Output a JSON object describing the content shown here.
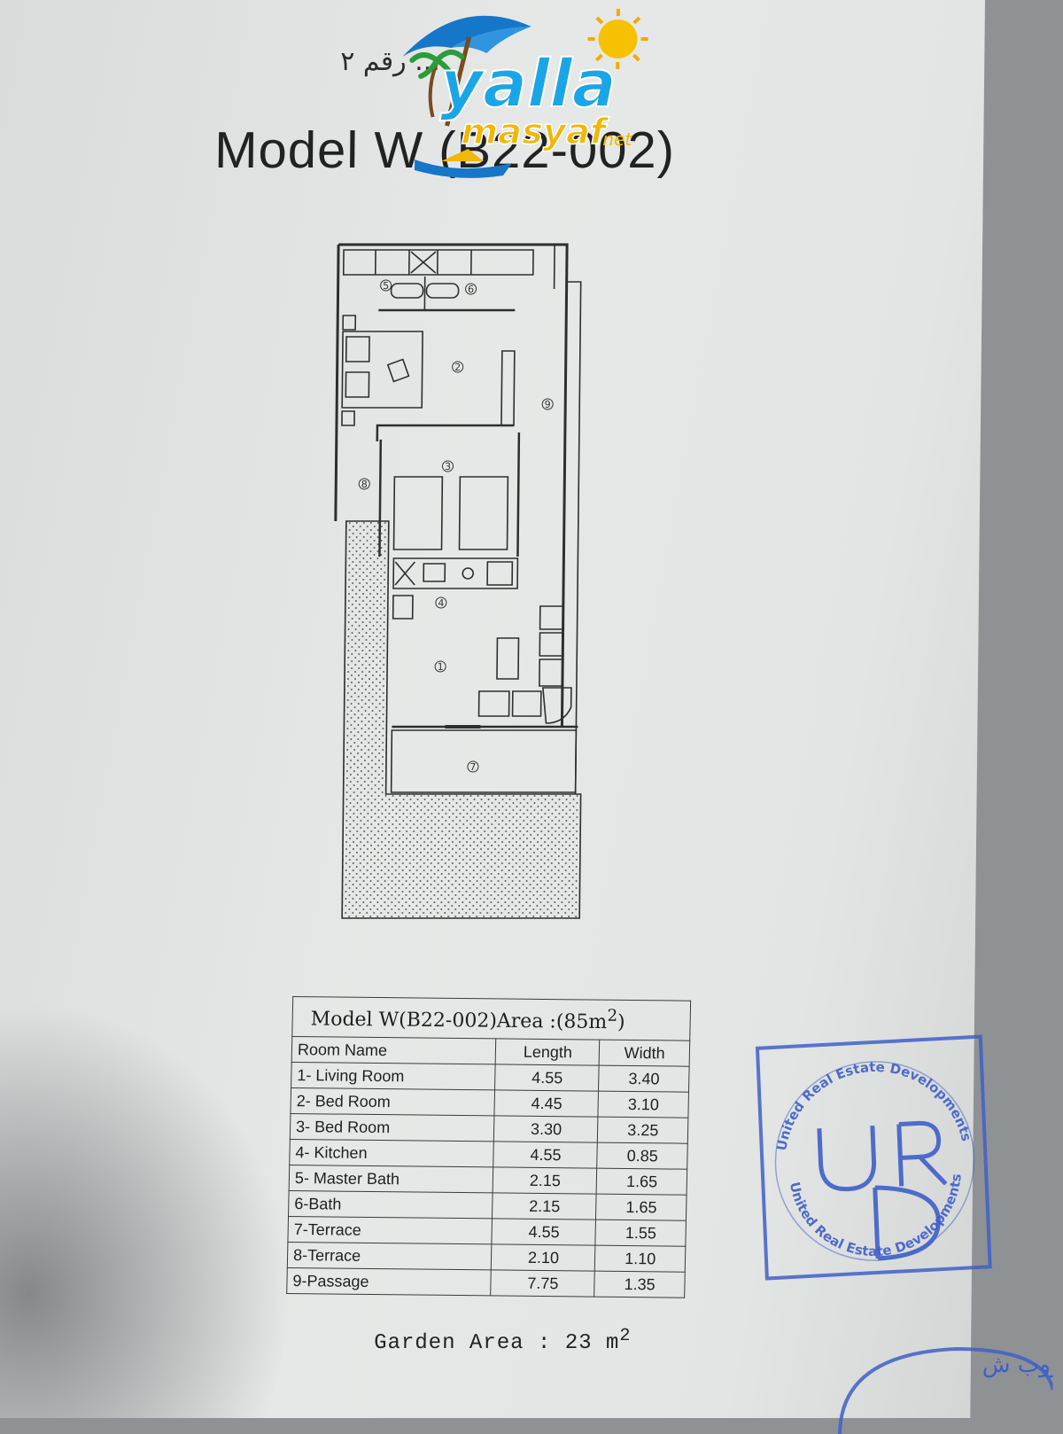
{
  "document": {
    "arabic_heading": "... رقم ٢",
    "model_title": "Model W (B22-002)"
  },
  "logo": {
    "line1": "yalla",
    "line2": "masyaf",
    "line3": "net",
    "colors": {
      "blue": "#1aa6e6",
      "yellow": "#f2b705",
      "umbrella": "#1677c8"
    }
  },
  "floor_plan": {
    "room_markers": [
      "5",
      "6",
      "2",
      "9",
      "3",
      "8",
      "4",
      "1",
      "7"
    ]
  },
  "area_table": {
    "caption_model": "Model W(B22-002)Area :(85m",
    "caption_sup": "2",
    "caption_close": ")",
    "headers": [
      "Room Name",
      "Length",
      "Width"
    ],
    "rows": [
      [
        "1- Living Room",
        "4.55",
        "3.40"
      ],
      [
        "2- Bed Room",
        "4.45",
        "3.10"
      ],
      [
        "3- Bed Room",
        "3.30",
        "3.25"
      ],
      [
        "4- Kitchen",
        "4.55",
        "0.85"
      ],
      [
        "5- Master Bath",
        "2.15",
        "1.65"
      ],
      [
        "6-Bath",
        "2.15",
        "1.65"
      ],
      [
        "7-Terrace",
        "4.55",
        "1.55"
      ],
      [
        "8-Terrace",
        "2.10",
        "1.10"
      ],
      [
        "9-Passage",
        "7.75",
        "1.35"
      ]
    ]
  },
  "garden": {
    "label": "Garden Area : 23 m",
    "sup": "2"
  },
  "stamp": {
    "ring_text": "United Real Estate Developments",
    "letters": "URD",
    "color": "#3f5fc7"
  },
  "stamp2": {
    "text": "منز جروب ش"
  }
}
